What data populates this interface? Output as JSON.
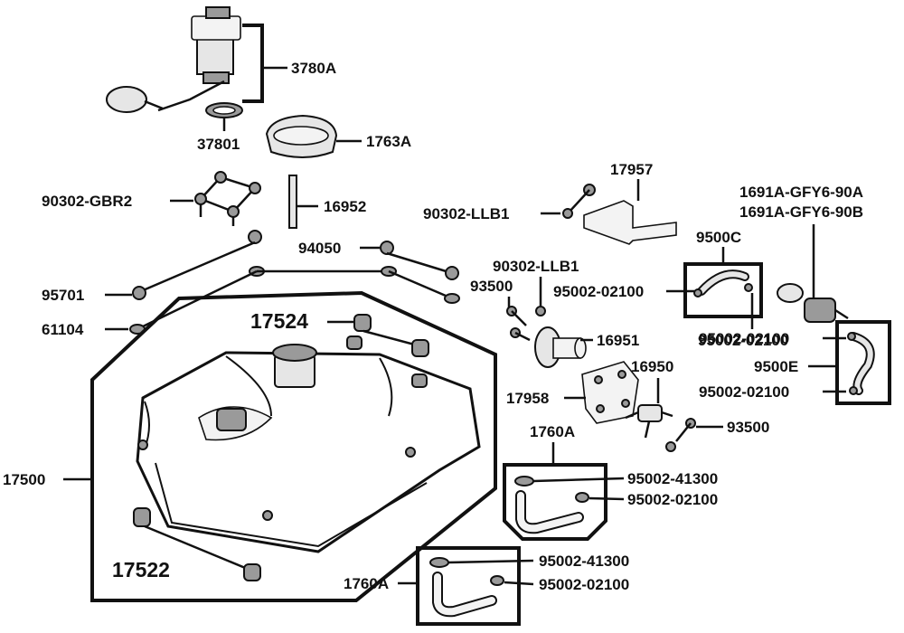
{
  "diagram": {
    "labels": {
      "l3780A": "3780A",
      "l37801": "37801",
      "l1763A": "1763A",
      "l90302GBR2": "90302-GBR2",
      "l16952": "16952",
      "l17957": "17957",
      "l90302LLB1a": "90302-LLB1",
      "l1691A90A": "1691A-GFY6-90A",
      "l1691A90B": "1691A-GFY6-90B",
      "l94050": "94050",
      "l9500C": "9500C",
      "l90302LLB1b": "90302-LLB1",
      "l95701": "95701",
      "l93500a": "93500",
      "l95002_02100a": "95002-02100",
      "l61104": "61104",
      "l17524": "17524",
      "l16951": "16951",
      "l95002_02100b": "95002-02100",
      "l95002_02100c": "95002-02100",
      "l9500E": "9500E",
      "l95002_02100d": "95002-02100",
      "l16950": "16950",
      "l17958": "17958",
      "l93500b": "93500",
      "l1760Aa": "1760A",
      "l17500": "17500",
      "l95002_41300a": "95002-41300",
      "l95002_02100e": "95002-02100",
      "l17522": "17522",
      "l95002_41300b": "95002-41300",
      "l1760Ab": "1760A",
      "l95002_02100f": "95002-02100"
    }
  }
}
